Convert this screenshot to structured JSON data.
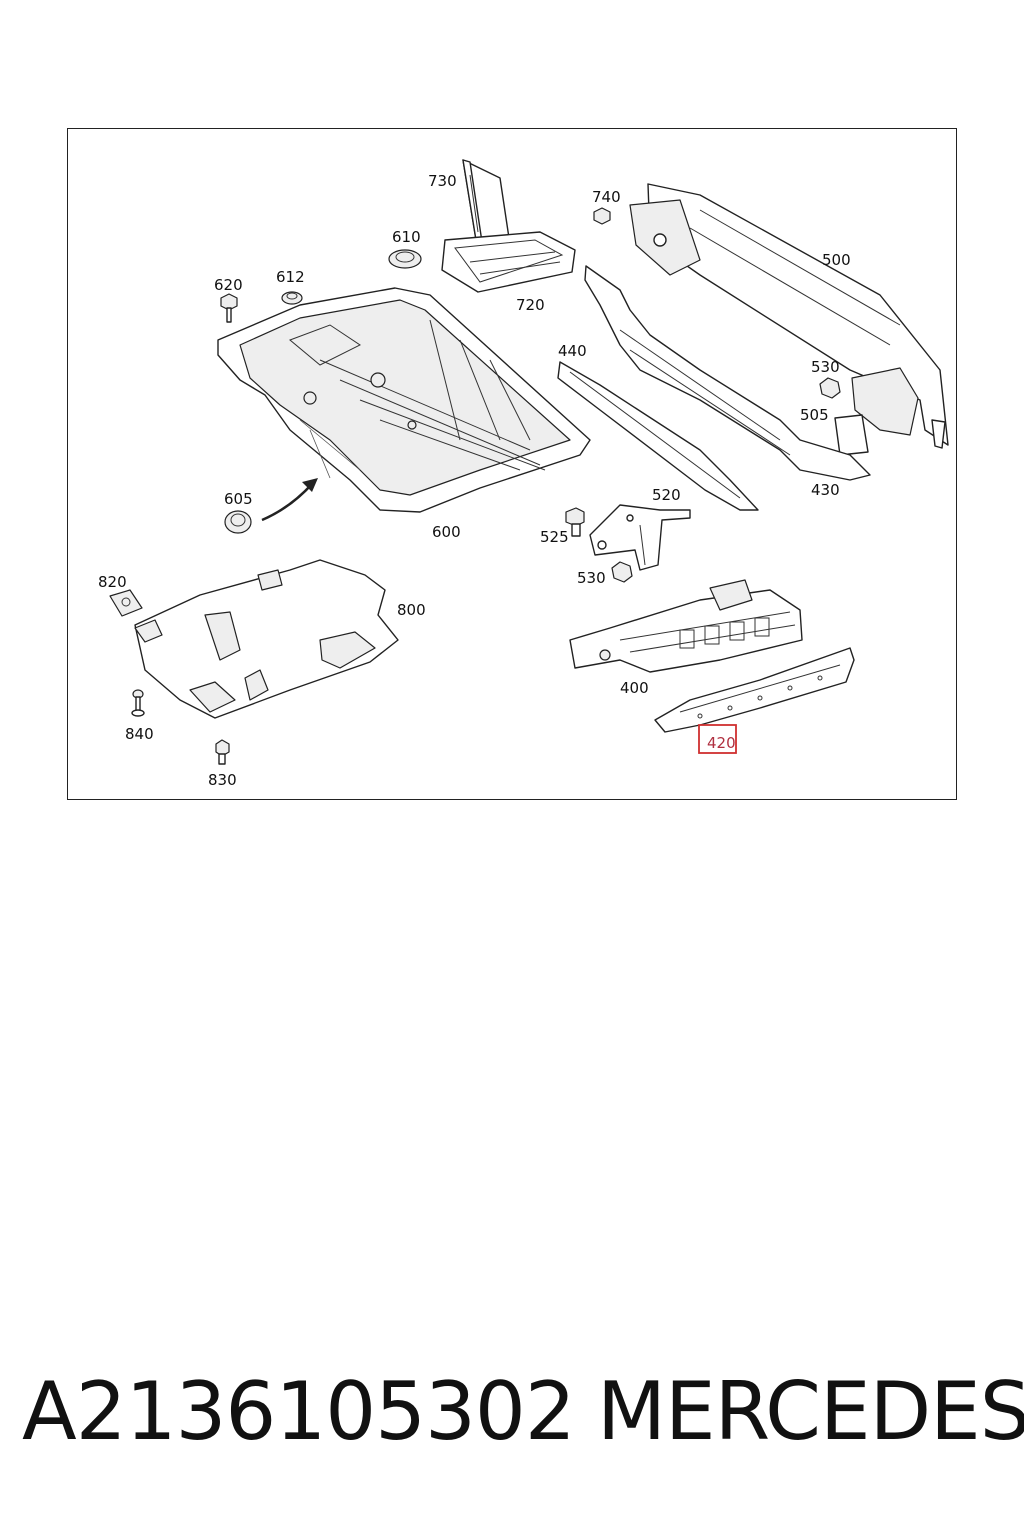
{
  "diagram": {
    "callouts": {
      "c730": "730",
      "c740": "740",
      "c610": "610",
      "c500": "500",
      "c620": "620",
      "c612": "612",
      "c720": "720",
      "c440": "440",
      "c530a": "530",
      "c505": "505",
      "c430": "430",
      "c605": "605",
      "c600": "600",
      "c520": "520",
      "c525": "525",
      "c530b": "530",
      "c820": "820",
      "c800": "800",
      "c400": "400",
      "c840": "840",
      "c420": "420",
      "c830": "830"
    },
    "highlighted_callout": "420",
    "highlight_color": "#d03030"
  },
  "footer": {
    "part_number": "A2136105302",
    "brand": "MERCEDES"
  }
}
